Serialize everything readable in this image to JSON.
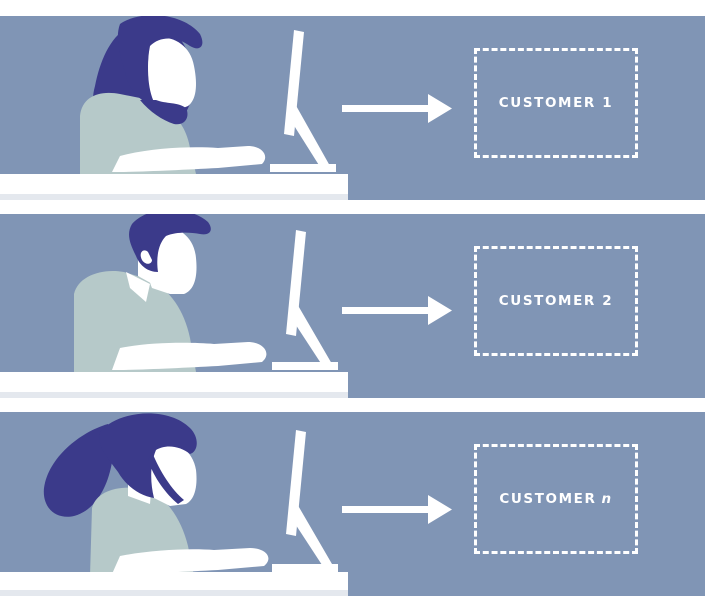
{
  "colors": {
    "panel": "#8095b5",
    "hair": "#3b3a8a",
    "skin": "#ffffff",
    "shirt": "#b6c9c9",
    "desk": "#ffffff",
    "desk_shadow": "#e4e8ee",
    "monitor": "#ffffff"
  },
  "icons": [
    "person-at-computer-icon",
    "right-arrow-icon"
  ],
  "customers": [
    {
      "label": "CUSTOMER 1",
      "suffix": ""
    },
    {
      "label": "CUSTOMER 2",
      "suffix": ""
    },
    {
      "label": "CUSTOMER",
      "suffix": "n"
    }
  ]
}
